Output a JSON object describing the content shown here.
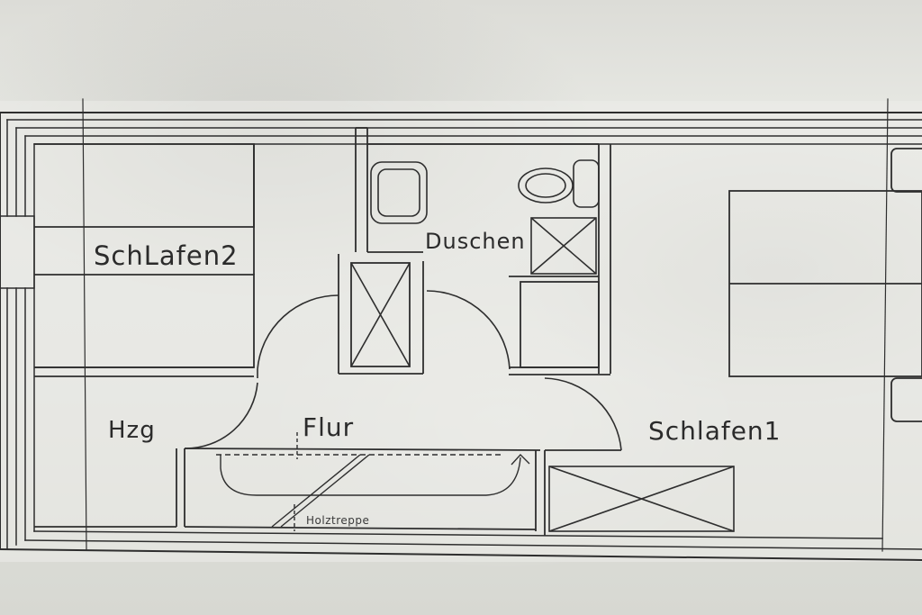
{
  "rooms": {
    "schlafen2": "SchLafen2",
    "duschen": "Duschen",
    "hzg": "Hzg",
    "flur": "Flur",
    "schlafen1": "Schlafen1",
    "holztreppe": "Holztreppe"
  }
}
